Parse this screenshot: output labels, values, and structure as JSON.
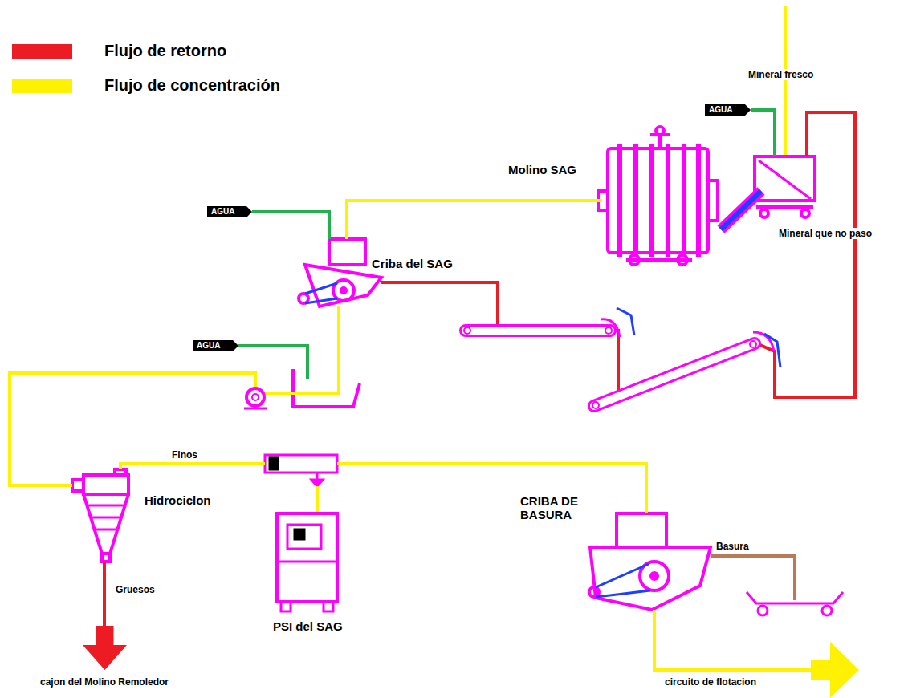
{
  "diagram": {
    "nodes": [
      {
        "text": [
          "AGUA"
        ]
      },
      {
        "text": [
          "Molino SAG"
        ]
      },
      {
        "text": [
          "AGUA"
        ]
      },
      {
        "text": [
          "Criba del SAG"
        ]
      },
      {
        "text": [
          "AGUA"
        ]
      },
      {
        "text": [
          "Hidrociclon"
        ]
      },
      {
        "text": [
          "PSI del SAG"
        ]
      },
      {
        "text": [
          "CRIBA DE BASURA"
        ]
      },
      {
        "text": [
          "cajon del Molino Remoledor"
        ]
      },
      {
        "text": [
          "circuito de flotacion"
        ]
      }
    ],
    "edges": [
      {
        "from": 0,
        "to": 1,
        "arrow": "none"
      },
      {
        "from": 1,
        "to": 3,
        "arrow": "none"
      },
      {
        "from": 2,
        "to": 3,
        "arrow": "none"
      },
      {
        "from": 3,
        "to": 1,
        "label": "Mineral que no paso",
        "arrow": "none"
      },
      {
        "from": 3,
        "to": 5,
        "arrow": "none"
      },
      {
        "from": 5,
        "to": 6,
        "label": "Finos",
        "arrow": "none"
      },
      {
        "from": 6,
        "to": 7,
        "arrow": "none"
      },
      {
        "from": 7,
        "to": 9,
        "arrow": "none"
      },
      {
        "from": 5,
        "to": 8,
        "label": "Gruesos",
        "arrow": "none"
      }
    ],
    "labels": [
      "Mineral fresco",
      "Basura"
    ],
    "legend": [
      {
        "text": "Flujo de retorno",
        "color": "#ed1c24"
      },
      {
        "text": "Flujo de concentración",
        "color": "#fff200"
      }
    ]
  }
}
